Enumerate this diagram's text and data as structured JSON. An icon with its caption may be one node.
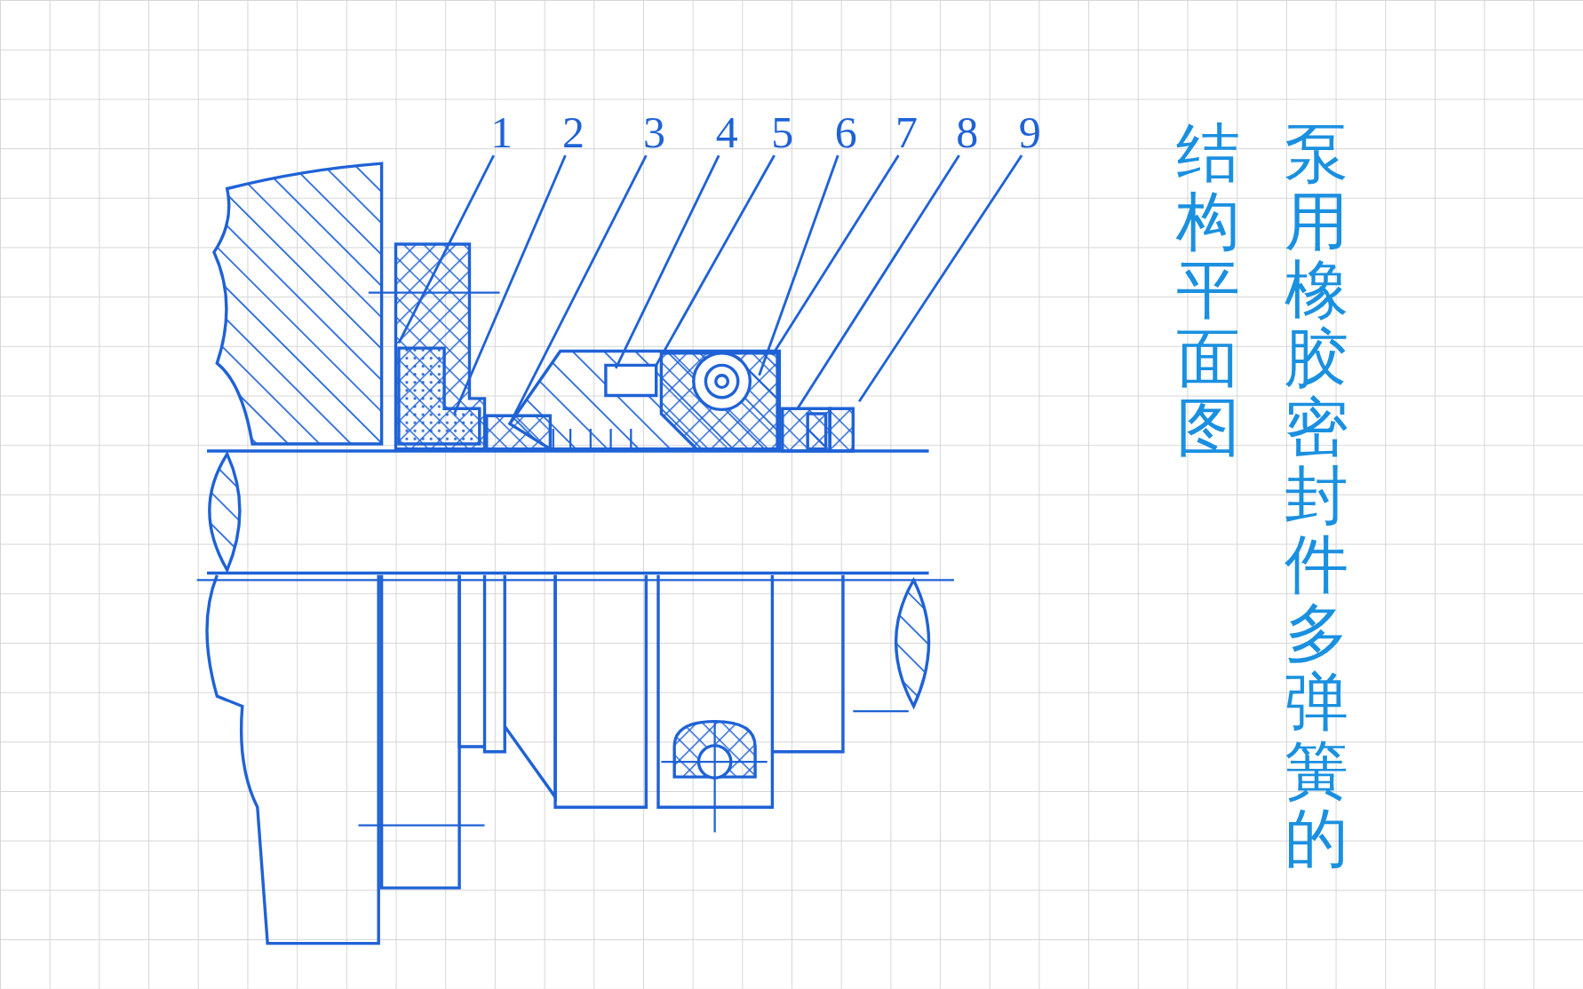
{
  "diagram": {
    "title": "泵用橡胶密封件多弹簧的结构平面图",
    "nodes": [
      {
        "text": [
          "1"
        ]
      },
      {
        "text": [
          "2"
        ]
      },
      {
        "text": [
          "3"
        ]
      },
      {
        "text": [
          "4"
        ]
      },
      {
        "text": [
          "5"
        ]
      },
      {
        "text": [
          "6"
        ]
      },
      {
        "text": [
          "7"
        ]
      },
      {
        "text": [
          "8"
        ]
      },
      {
        "text": [
          "9"
        ]
      }
    ],
    "edges": [
      {
        "from": 0,
        "to": null,
        "arrow": "none"
      },
      {
        "from": 1,
        "to": null,
        "arrow": "none"
      },
      {
        "from": 2,
        "to": null,
        "arrow": "none"
      },
      {
        "from": 3,
        "to": null,
        "arrow": "none"
      },
      {
        "from": 4,
        "to": null,
        "arrow": "none"
      },
      {
        "from": 5,
        "to": null,
        "arrow": "none"
      },
      {
        "from": 6,
        "to": null,
        "arrow": "none"
      },
      {
        "from": 7,
        "to": null,
        "arrow": "none"
      },
      {
        "from": 8,
        "to": null,
        "arrow": "none"
      }
    ]
  }
}
